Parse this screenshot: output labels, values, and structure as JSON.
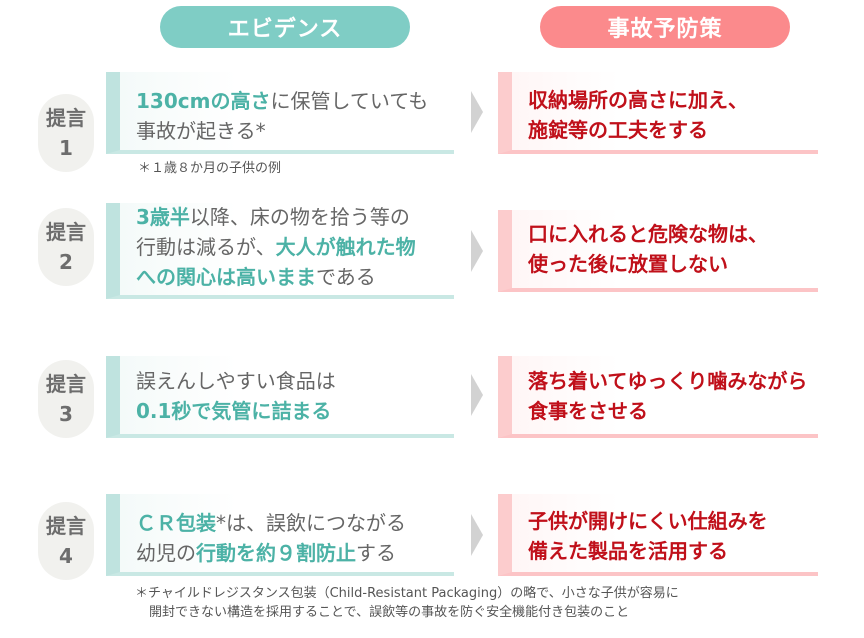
{
  "header": {
    "evidence_label": "エビデンス",
    "prevention_label": "事故予防策"
  },
  "proposal_label": "提言",
  "rows": [
    {
      "number": "1",
      "evidence": [
        [
          {
            "text": "130cmの高さ",
            "hl": true
          },
          {
            "text": "に保管していても",
            "hl": false
          }
        ],
        [
          {
            "text": "事故が起きる*",
            "hl": false
          }
        ]
      ],
      "note": "＊１歳８か月の子供の例",
      "prevention": [
        "収納場所の高さに加え、",
        "施錠等の工夫をする"
      ]
    },
    {
      "number": "2",
      "evidence": [
        [
          {
            "text": "3歳半",
            "hl": true
          },
          {
            "text": "以降、床の物を拾う等の",
            "hl": false
          }
        ],
        [
          {
            "text": "行動は減るが、",
            "hl": false
          },
          {
            "text": "大人が触れた物",
            "hl": true
          }
        ],
        [
          {
            "text": "への関心は高いまま",
            "hl": true
          },
          {
            "text": "である",
            "hl": false
          }
        ]
      ],
      "prevention": [
        "口に入れると危険な物は、",
        "使った後に放置しない"
      ]
    },
    {
      "number": "3",
      "evidence": [
        [
          {
            "text": "誤えんしやすい食品は",
            "hl": false
          }
        ],
        [
          {
            "text": "0.1秒で気管に詰まる",
            "hl": true
          }
        ]
      ],
      "prevention": [
        "落ち着いてゆっくり噛みながら",
        "食事をさせる"
      ]
    },
    {
      "number": "4",
      "evidence": [
        [
          {
            "text": "ＣＲ包装",
            "hl": true
          },
          {
            "text": "*は、誤飲につながる",
            "hl": false
          }
        ],
        [
          {
            "text": "幼児の",
            "hl": false
          },
          {
            "text": "行動を約９割防止",
            "hl": true
          },
          {
            "text": "する",
            "hl": false
          }
        ]
      ],
      "note": [
        "＊チャイルドレジスタンス包装（Child-Resistant Packaging）の略で、小さな子供が容易に",
        "開封できない構造を採用することで、誤飲等の事故を防ぐ安全機能付き包装のこと"
      ],
      "prevention": [
        "子供が開けにくい仕組みを",
        "備えた製品を活用する"
      ]
    }
  ]
}
